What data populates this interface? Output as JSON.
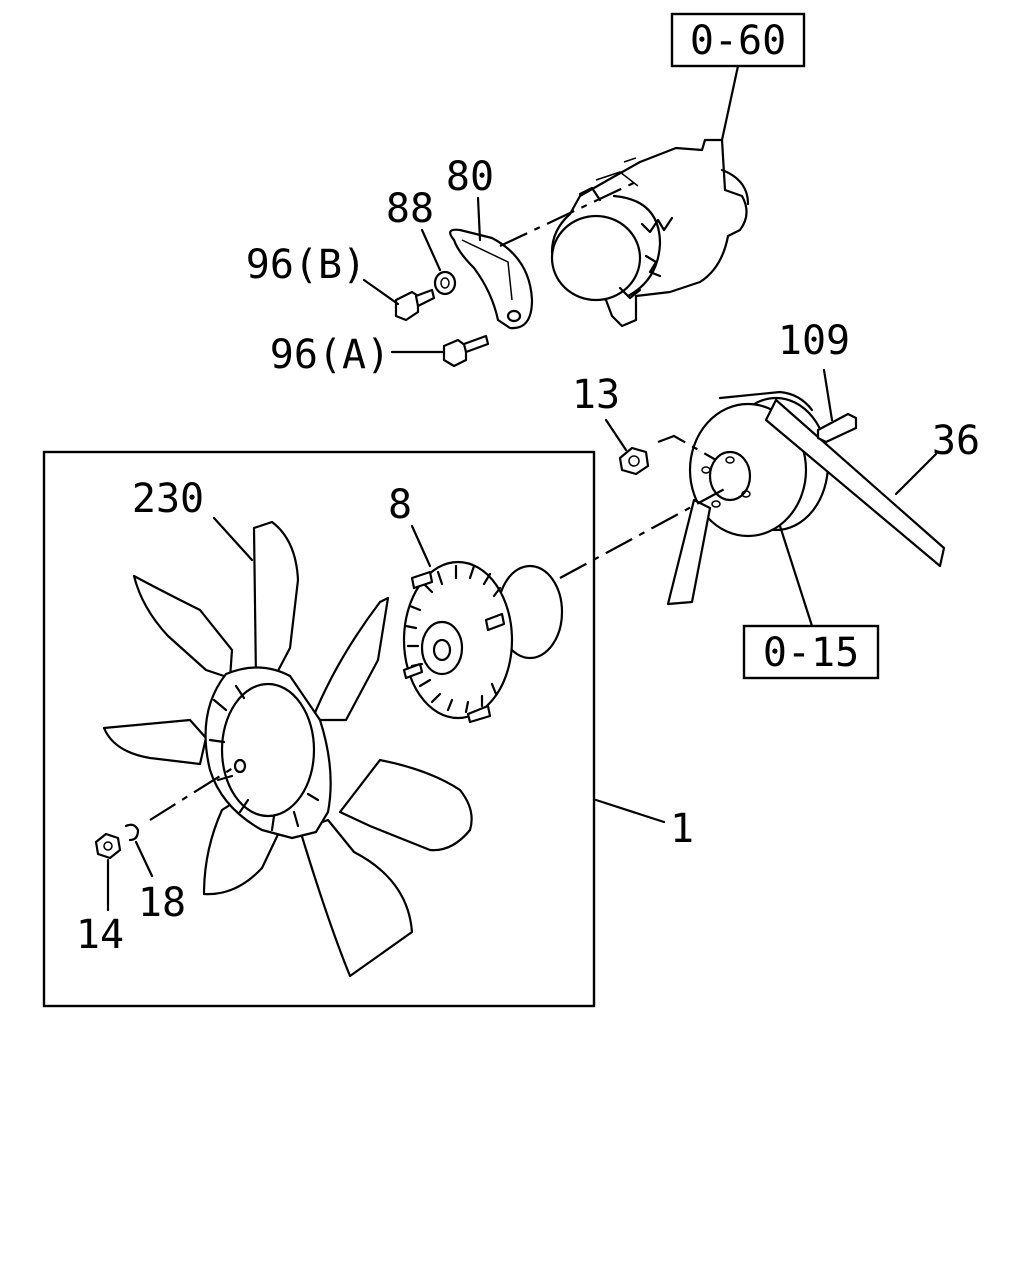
{
  "references": {
    "ref_0_60": "0-60",
    "ref_0_15": "0-15"
  },
  "callouts": {
    "p80": "80",
    "p88": "88",
    "p96b": "96(B)",
    "p96a": "96(A)",
    "p109": "109",
    "p13": "13",
    "p36": "36",
    "p230": "230",
    "p8": "8",
    "p1": "1",
    "p18": "18",
    "p14": "14"
  },
  "colors": {
    "line": "#000000",
    "background": "#ffffff"
  }
}
